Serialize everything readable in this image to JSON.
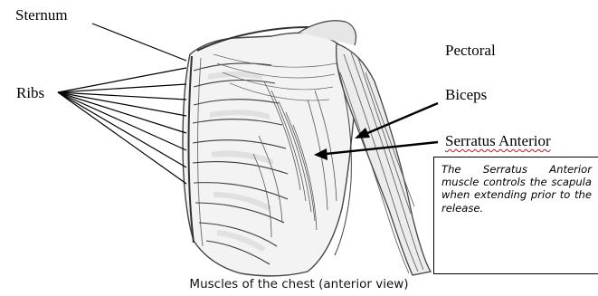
{
  "labels": {
    "sternum": "Sternum",
    "ribs": "Ribs",
    "pectoral": "Pectoral",
    "biceps": "Biceps",
    "serratus_anterior": "Serratus Anterior"
  },
  "note": {
    "text": "The Serratus Anterior muscle controls the scapula when extending prior to the release."
  },
  "caption": "Muscles of the chest (anterior view)",
  "colors": {
    "ink": "#000000",
    "spellcheck_underline": "#d21414"
  }
}
